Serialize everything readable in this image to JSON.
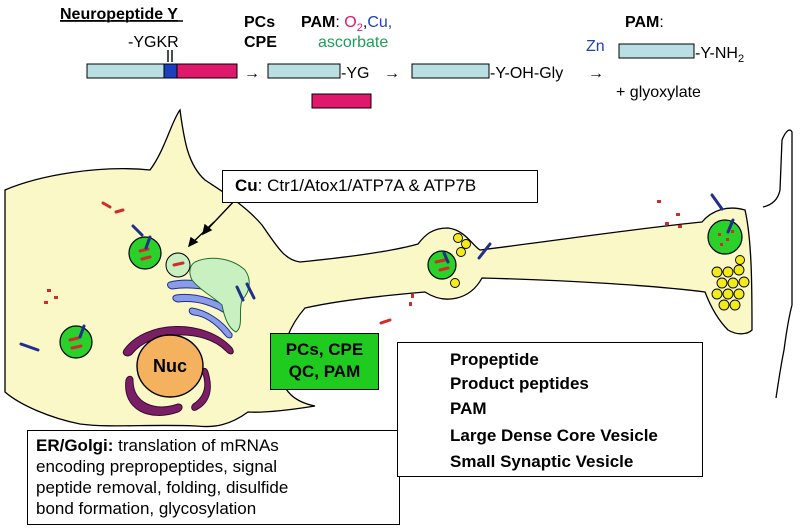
{
  "pathway": {
    "title": "Neuropeptide Y",
    "sequence_label": "-YGKR",
    "step1_enzymes": [
      "PCs",
      "CPE"
    ],
    "step2": {
      "enzyme": "PAM",
      "colon": ":",
      "o2": "O",
      "o2_sub": "2",
      "comma1": ",",
      "cu": "Cu",
      "comma2": ",",
      "ascorbate": "ascorbate"
    },
    "step3": {
      "enzyme": "PAM",
      "colon": ":",
      "zn": "Zn"
    },
    "product1": "-YG",
    "product2": "-Y-OH-Gly",
    "product3": "-Y-NH",
    "product3_sub": "2",
    "byproduct": "+ glyoxylate",
    "arrow": "→"
  },
  "cu_transport": {
    "label": "Cu",
    "text": ": Ctr1/Atox1/ATP7A & ATP7B"
  },
  "nucleus": {
    "label": "Nuc"
  },
  "enzymes_box": {
    "line1": "PCs, CPE",
    "line2": "QC, PAM"
  },
  "er_golgi": {
    "label": "ER/Golgi:",
    "lines": [
      " translation of mRNAs",
      "encoding prepropeptides, signal",
      "peptide removal, folding, disulfide",
      "bond formation, glycosylation"
    ]
  },
  "legend": {
    "items": [
      {
        "label": "Propeptide"
      },
      {
        "label": "Product peptides"
      },
      {
        "label": "PAM"
      },
      {
        "label": "Large Dense Core Vesicle"
      },
      {
        "label": "Small Synaptic Vesicle"
      }
    ]
  },
  "colors": {
    "cytoplasm": "#fbf8c8",
    "propeptide": "#d32b2b",
    "product": "#d32b2b",
    "pam": "#1f2f8a",
    "ldcv": "#2ad12a",
    "ssv": "#f2ea1a",
    "nucleus": "#f4b25e",
    "precursor_bar": "#b9dfe3",
    "signal_bar": "#e0186b",
    "ygkr_block": "#1c3fbf",
    "o2": "#e0186b",
    "cu": "#1f3fbf",
    "ascorbate": "#1aa05a",
    "zn": "#1f3fbf",
    "er": "#8a9be8",
    "golgi": "#7a1e66",
    "enzyme_box": "#1ecb1e"
  }
}
